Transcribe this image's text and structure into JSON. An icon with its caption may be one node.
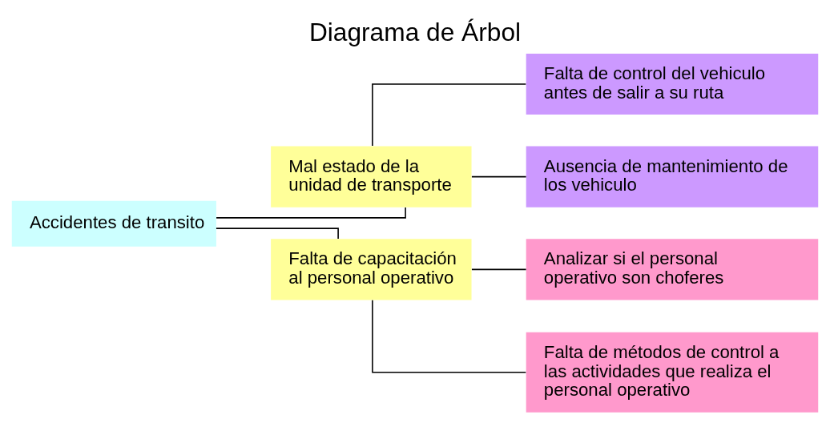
{
  "diagram": {
    "title": "Diagrama de Árbol",
    "nodes": [
      {
        "text": [
          "Accidentes de transito"
        ]
      },
      {
        "text": [
          "Mal estado de la unidad de transporte"
        ]
      },
      {
        "text": [
          "Falta de capacitación al personal operativo"
        ]
      },
      {
        "text": [
          "Falta de control del vehiculo antes de salir a su ruta"
        ]
      },
      {
        "text": [
          "Ausencia de mantenimiento de los vehiculo"
        ]
      },
      {
        "text": [
          "Analizar si el personal operativo son choferes"
        ]
      },
      {
        "text": [
          "Falta de métodos de control a las actividades que realiza el personal operativo"
        ]
      }
    ],
    "edges": [
      {
        "from": 0,
        "to": 1,
        "arrow": "none"
      },
      {
        "from": 0,
        "to": 2,
        "arrow": "none"
      },
      {
        "from": 1,
        "to": 3,
        "arrow": "none"
      },
      {
        "from": 1,
        "to": 4,
        "arrow": "none"
      },
      {
        "from": 2,
        "to": 5,
        "arrow": "none"
      },
      {
        "from": 2,
        "to": 6,
        "arrow": "none"
      }
    ]
  }
}
